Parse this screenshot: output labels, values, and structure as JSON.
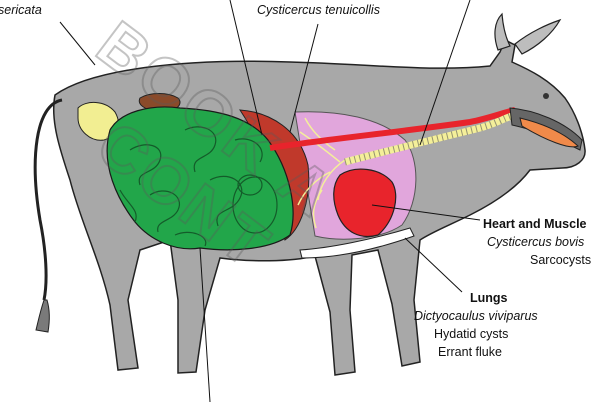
{
  "labels": {
    "top_left": "sericata",
    "top_center": "Cysticercus tenuicollis",
    "heart": {
      "title": "Heart and Muscle",
      "line1": "Cysticercus bovis",
      "line2": "Sarcocysts"
    },
    "lungs": {
      "title": "Lungs",
      "line1": "Dictyocaulus viviparus",
      "line2": "Hydatid cysts",
      "line3": "Errant fluke"
    }
  },
  "watermark": {
    "line1": "BOOK A",
    "line2": "CONT"
  },
  "colors": {
    "body": "#a8a8a8",
    "outline": "#222222",
    "intestine": "#22a64a",
    "liver": "#c0392b",
    "heart": "#e8242c",
    "lung_area": "#e1a6dc",
    "windpipe": "#f4ef9a",
    "esophagus": "#e8242c",
    "tongue": "#f08a4a",
    "kidney": "#8a4a2a",
    "bladder": "#f2ee92"
  }
}
